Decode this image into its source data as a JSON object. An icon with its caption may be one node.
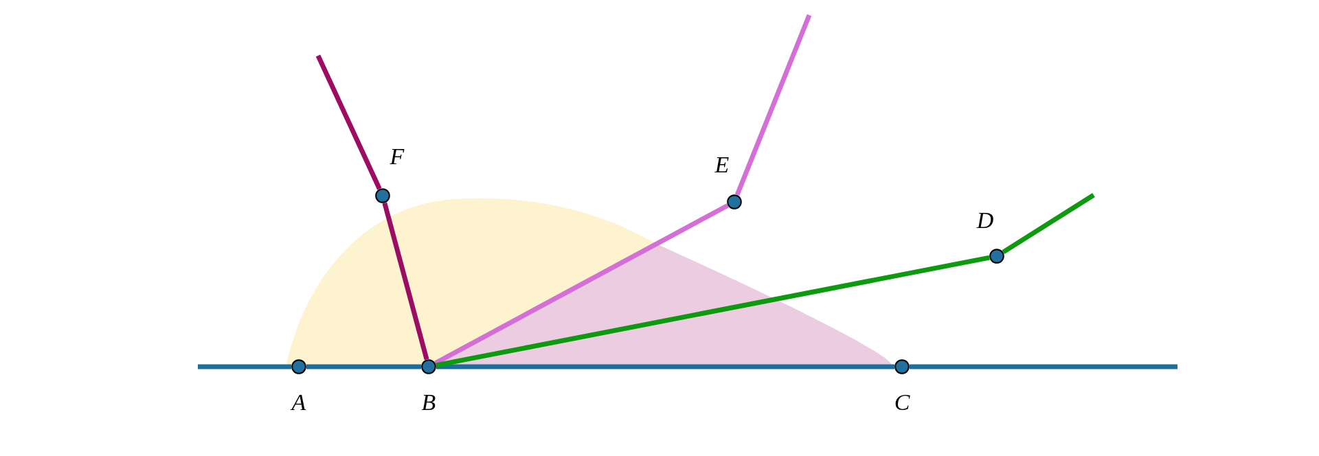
{
  "diagram": {
    "nodes": [
      {
        "text": [
          "A"
        ]
      },
      {
        "text": [
          "B"
        ]
      },
      {
        "text": [
          "C"
        ]
      },
      {
        "text": [
          "D"
        ]
      },
      {
        "text": [
          "E"
        ]
      },
      {
        "text": [
          "F"
        ]
      }
    ],
    "edges": [
      {
        "from": 0,
        "to": 1,
        "arrow": "none",
        "color": "#1d6e9c"
      },
      {
        "from": 1,
        "to": 2,
        "arrow": "none",
        "color": "#1d6e9c"
      },
      {
        "from": 1,
        "to": 5,
        "arrow": "none",
        "color": "#9c0c62"
      },
      {
        "from": 1,
        "to": 4,
        "arrow": "none",
        "color": "#d36fd6"
      },
      {
        "from": 1,
        "to": 3,
        "arrow": "none",
        "color": "#0e9a0e"
      }
    ]
  }
}
